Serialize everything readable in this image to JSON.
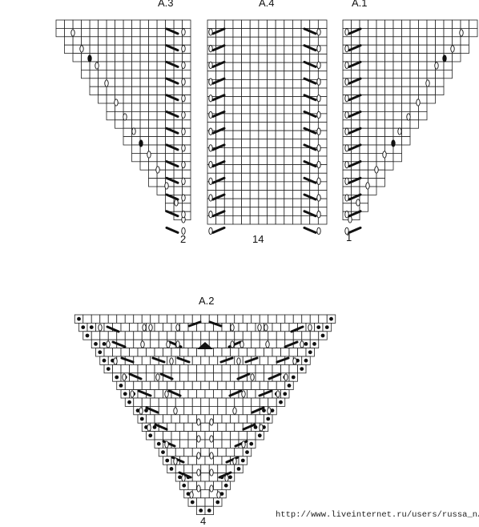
{
  "charts": [
    {
      "id": "a3",
      "title": "A.3",
      "bottom_label": "2"
    },
    {
      "id": "a4",
      "title": "A.4",
      "bottom_label": "14"
    },
    {
      "id": "a1",
      "title": "A.1",
      "bottom_label": "1"
    },
    {
      "id": "a2",
      "title": "A.2",
      "bottom_label": "4"
    }
  ],
  "symbols": {
    "yarn_over": "open-oval",
    "knit_together": "bold-slash",
    "purl": "dot",
    "double_decrease": "triangle"
  },
  "watermark": "http://www.liveinternet.ru/users/russa_n/",
  "colors": {
    "ink": "#111111",
    "grid": "#222222",
    "background": "#ffffff"
  }
}
